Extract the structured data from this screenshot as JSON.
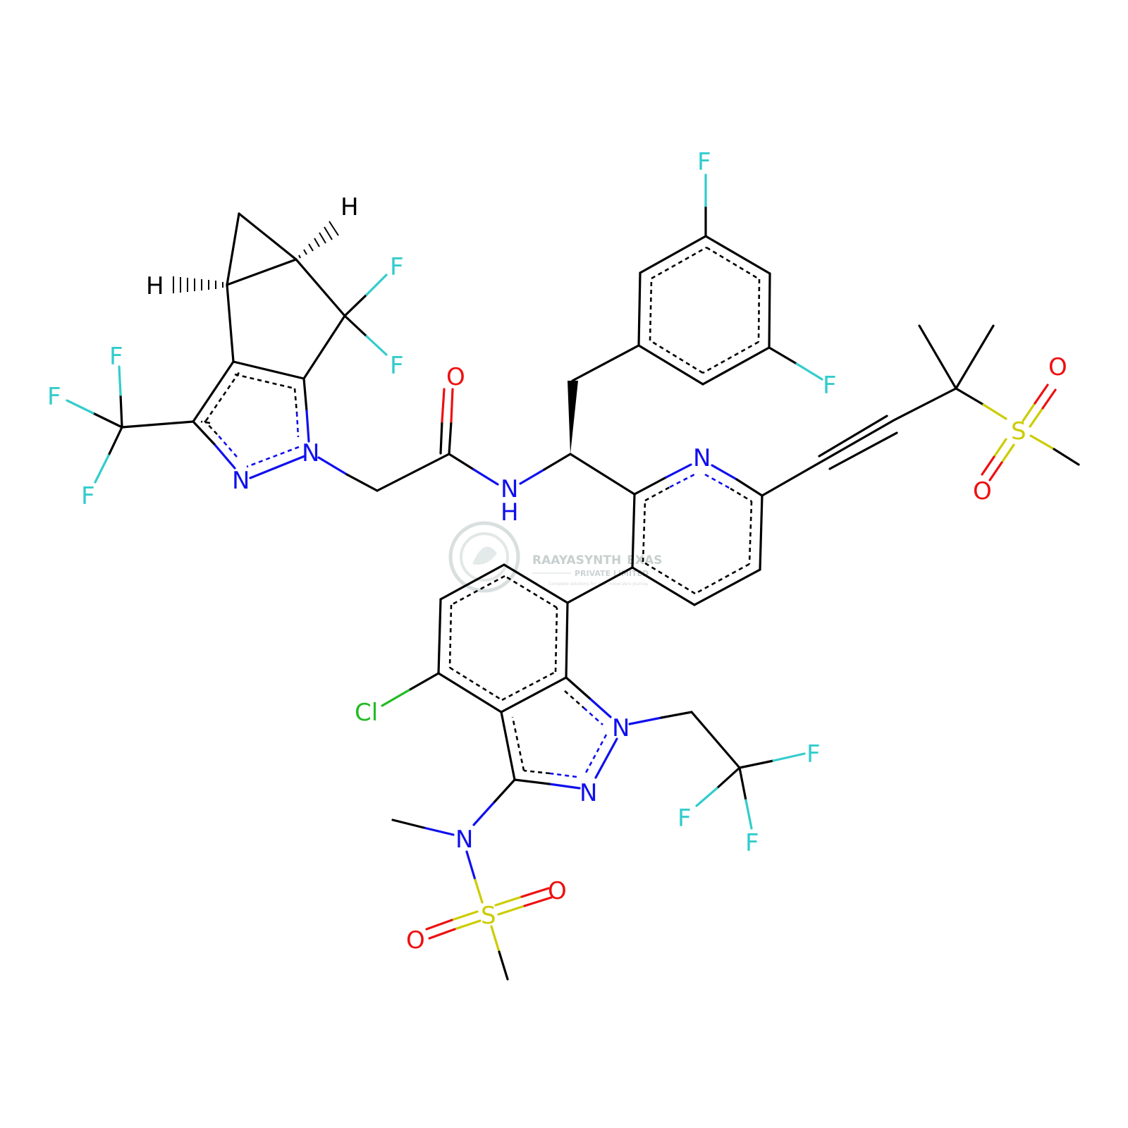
{
  "watermark": {
    "company": "RAAYASYNTH",
    "company_suffix": "EXAS",
    "line2": "PRIVATE LIMITED",
    "tagline": "Complete solutions for your molecule's journey"
  },
  "colors": {
    "carbon": "#000000",
    "nitrogen": "#1010ee",
    "oxygen": "#ee1010",
    "fluorine": "#33cccc",
    "chlorine": "#22bb22",
    "sulfur": "#cccc00"
  },
  "atom_labels": {
    "H_top": "H",
    "H_left": "H",
    "F_cf2_top": "F",
    "F_cf2_bottom": "F",
    "F_cf3_top": "F",
    "F_cf3_left": "F",
    "F_cf3_bottom": "F",
    "N_pyrazole_1": "N",
    "N_pyrazole_2": "N",
    "O_amide": "O",
    "NH_amide": "N",
    "NH_amide_h": "H",
    "F_aryl_top": "F",
    "F_aryl_right": "F",
    "N_pyridine": "N",
    "O_sulfonyl_top": "O",
    "S_sulfonyl_right": "S",
    "O_sulfonyl_bottom": "O",
    "Cl": "Cl",
    "N_indazole_1": "N",
    "N_indazole_2": "N",
    "F_tfe_right": "F",
    "F_tfe_left": "F",
    "F_tfe_bottom": "F",
    "N_methyl": "N",
    "S_sulfonamide": "S",
    "O_sulfonamide_right": "O",
    "O_sulfonamide_left": "O"
  }
}
